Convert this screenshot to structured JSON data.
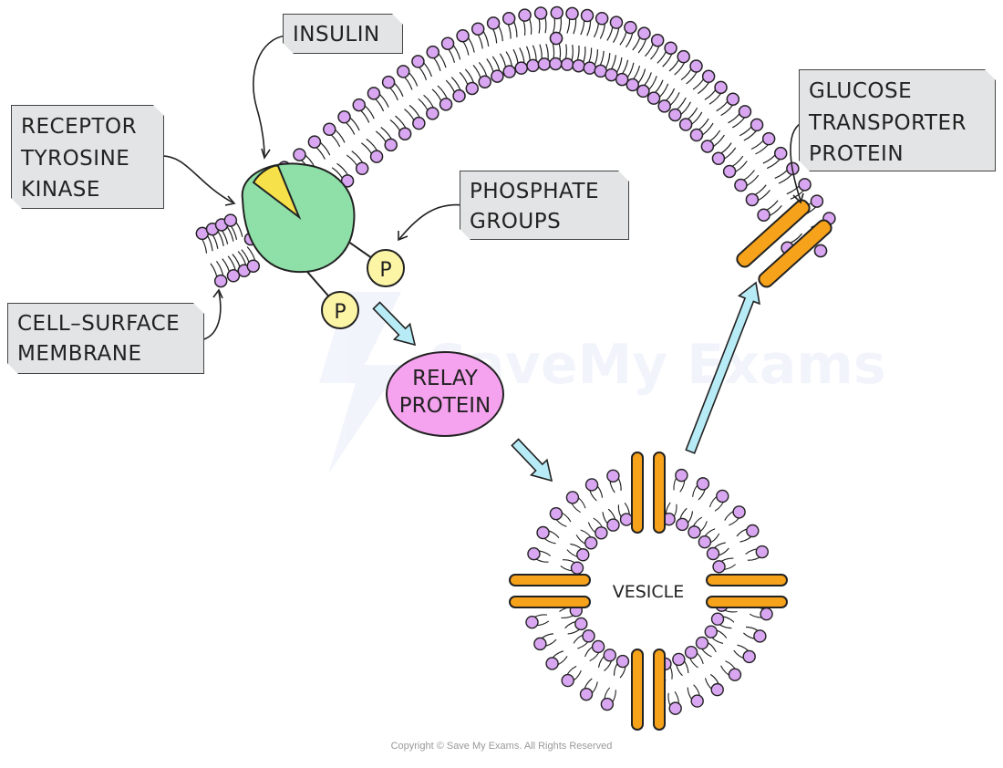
{
  "labels": {
    "insulin": "INSULIN",
    "receptor": "RECEPTOR\nTYROSINE\nKINASE",
    "phosphate": "PHOSPHATE\nGROUPS",
    "membrane": "CELL–SURFACE\nMEMBRANE",
    "glucose_transporter": "GLUCOSE\nTRANSPORTER\nPROTEIN",
    "relay_line1": "RELAY",
    "relay_line2": "PROTEIN",
    "vesicle": "VESICLE",
    "phosphate_symbol": "P",
    "watermark": "SaveMy Exams",
    "copyright": "Copyright © Save My Exams. All Rights Reserved"
  },
  "colors": {
    "phospholipid_head": "#d9a6f2",
    "receptor": "#8ee0a8",
    "insulin": "#f7e14a",
    "phosphate": "#fdf5a6",
    "relay": "#f6a3ef",
    "transporter": "#f7a21b",
    "arrow": "#b7ecf7"
  }
}
